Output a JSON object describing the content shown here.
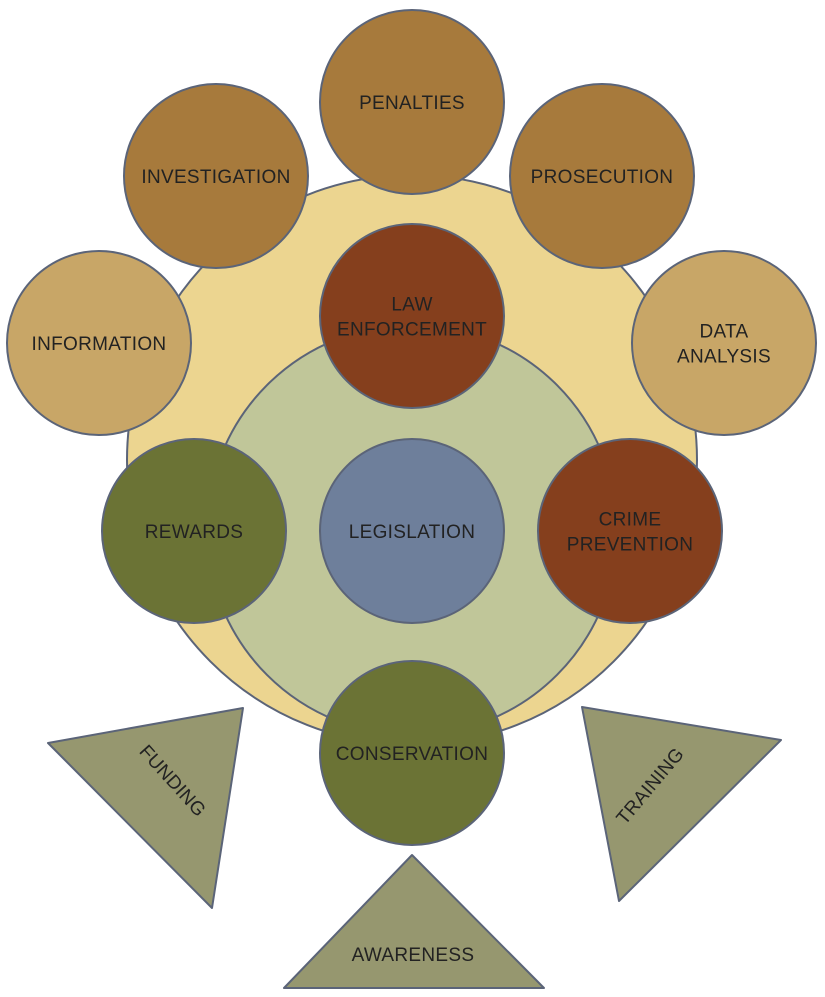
{
  "diagram": {
    "background_circles": [
      {
        "id": "outer-context",
        "fill": "#ecd590",
        "stroke": "#5b6478"
      },
      {
        "id": "inner-context",
        "fill": "#c0c699",
        "stroke": "#5b6478"
      }
    ],
    "nodes": {
      "penalties": {
        "lines": [
          "PENALTIES"
        ],
        "fill": "#a77a3c"
      },
      "investigation": {
        "lines": [
          "INVESTIGATION"
        ],
        "fill": "#a77a3c"
      },
      "prosecution": {
        "lines": [
          "PROSECUTION"
        ],
        "fill": "#a77a3c"
      },
      "information": {
        "lines": [
          "INFORMATION"
        ],
        "fill": "#c8a667"
      },
      "data_analysis": {
        "lines": [
          "DATA",
          "ANALYSIS"
        ],
        "fill": "#c8a667"
      },
      "law_enforcement": {
        "lines": [
          "LAW",
          "ENFORCEMENT"
        ],
        "fill": "#853f1d"
      },
      "rewards": {
        "lines": [
          "REWARDS"
        ],
        "fill": "#6b7335"
      },
      "legislation": {
        "lines": [
          "LEGISLATION"
        ],
        "fill": "#6e7f9b"
      },
      "crime_prevention": {
        "lines": [
          "CRIME",
          "PREVENTION"
        ],
        "fill": "#853f1d"
      },
      "conservation": {
        "lines": [
          "CONSERVATION"
        ],
        "fill": "#6b7335"
      }
    },
    "triangles": {
      "funding": {
        "label": "FUNDING",
        "fill": "#96976f"
      },
      "training": {
        "label": "TRAINING",
        "fill": "#96976f"
      },
      "awareness": {
        "label": "AWARENESS",
        "fill": "#96976f"
      }
    },
    "stroke_color": "#5b6478"
  }
}
